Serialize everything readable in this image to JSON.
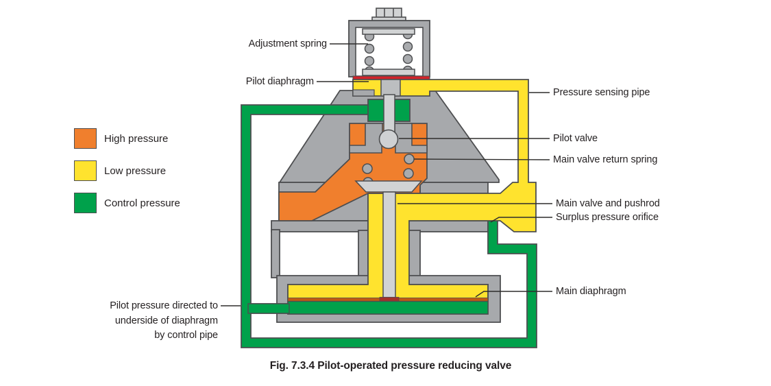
{
  "legend": {
    "items": [
      {
        "label": "High pressure",
        "color": "#F07F2D"
      },
      {
        "label": "Low pressure",
        "color": "#FFE32E"
      },
      {
        "label": "Control pressure",
        "color": "#00A14B"
      }
    ]
  },
  "labels": {
    "adjustment_spring": "Adjustment spring",
    "pilot_diaphragm": "Pilot diaphragm",
    "pressure_sensing_pipe": "Pressure sensing pipe",
    "pilot_valve": "Pilot valve",
    "main_valve_return_spring": "Main valve return spring",
    "main_valve_and_pushrod": "Main valve and pushrod",
    "surplus_pressure_orifice": "Surplus pressure orifice",
    "main_diaphragm": "Main diaphragm"
  },
  "control_pipe_note": {
    "lines": [
      "Pilot pressure directed to",
      "underside of diaphragm",
      "by control pipe"
    ]
  },
  "caption": "Fig. 7.3.4  Pilot-operated pressure reducing valve",
  "colors": {
    "high_pressure": "#F07F2D",
    "low_pressure": "#FFE32E",
    "control_pressure": "#00A14B",
    "body_gray": "#A7A9AC",
    "internal_gray": "#D1D3D4",
    "pilot_diaphragm_red": "#D2232A",
    "main_diaphragm_brown": "#C05A11",
    "outline": "#4D4E50"
  }
}
